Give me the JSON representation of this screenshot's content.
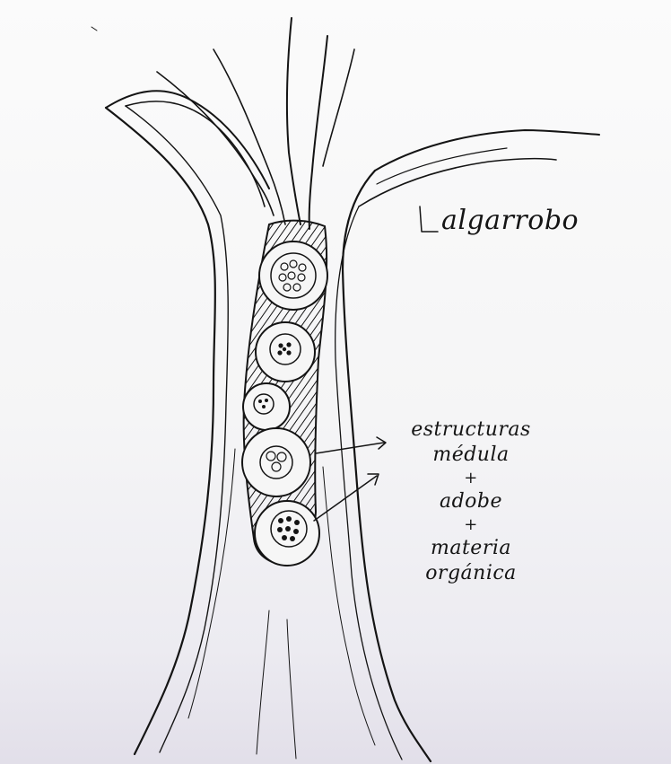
{
  "labels": {
    "tree": "algarrobo",
    "structure": "estructuras",
    "medulla": "médula",
    "plus_1": "+",
    "adobe": "adobe",
    "plus_2": "+",
    "materia": "materia",
    "organica": "orgánica"
  },
  "colors": {
    "ink": "#141414",
    "paper": "#f7f7f8"
  }
}
